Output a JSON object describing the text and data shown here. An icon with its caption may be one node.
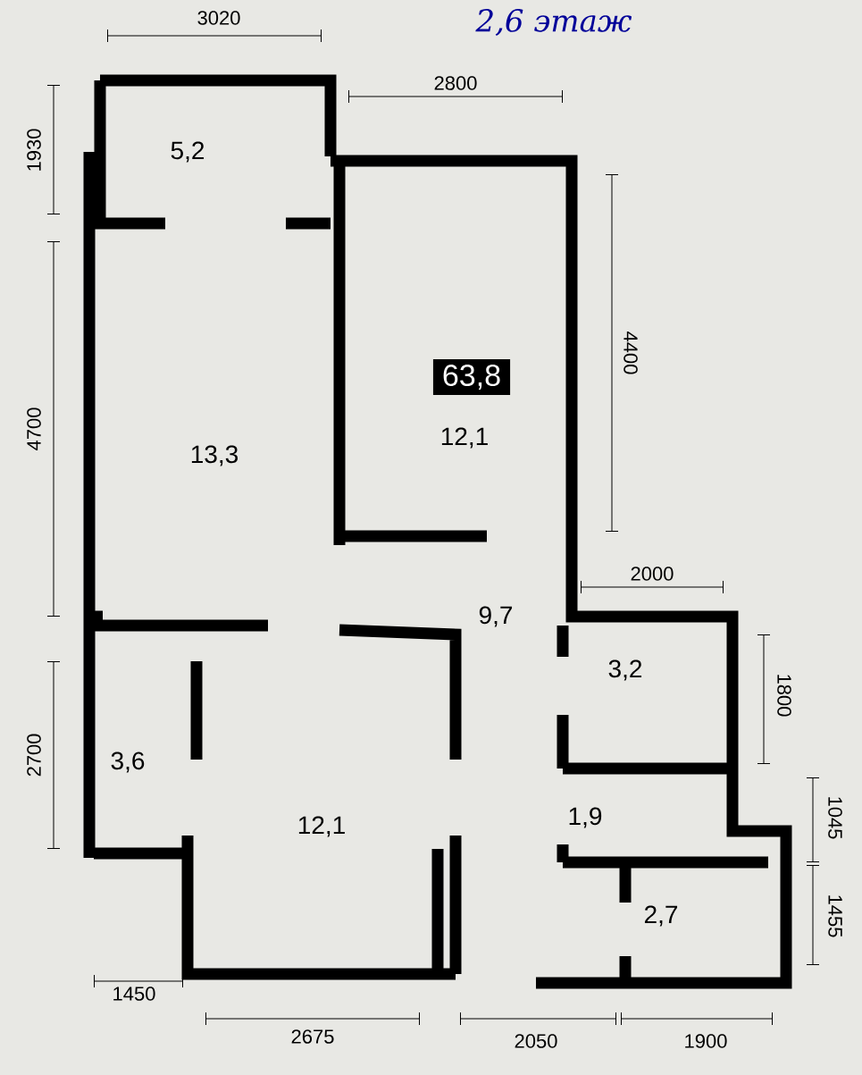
{
  "diagram": {
    "nodes": [
      {
        "text": [
          "63,8"
        ]
      }
    ],
    "labels": [
      "2,6 этаж",
      "3020",
      "2800",
      "1930",
      "5,2",
      "4400",
      "4700",
      "13,3",
      "12,1",
      "9,7",
      "2000",
      "3,2",
      "1800",
      "2700",
      "3,6",
      "12,1",
      "1,9",
      "1045",
      "2,7",
      "1455",
      "1450",
      "2675",
      "2050",
      "1900"
    ]
  }
}
